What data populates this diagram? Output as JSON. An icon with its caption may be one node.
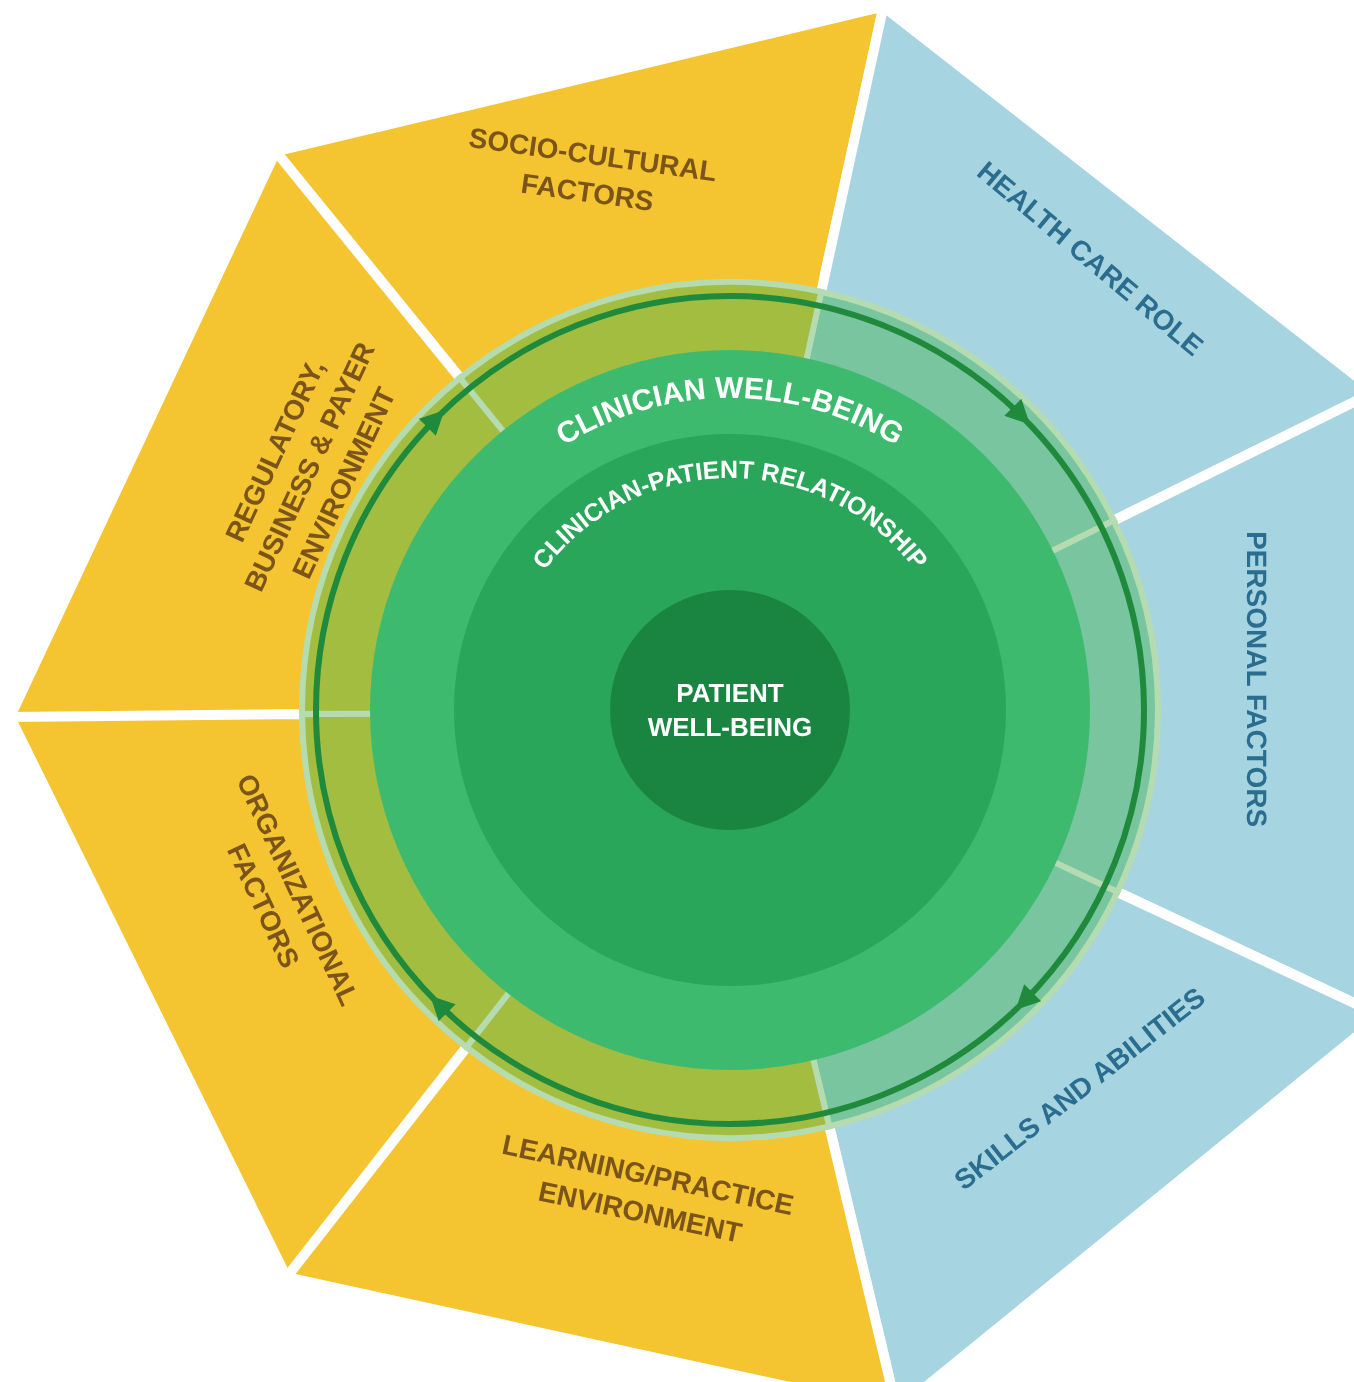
{
  "diagram": {
    "nodes": [
      {
        "text": [
          "SOCIO-CULTURAL FACTORS"
        ]
      },
      {
        "text": [
          "HEALTH CARE ROLE"
        ]
      },
      {
        "text": [
          "PERSONAL FACTORS"
        ]
      },
      {
        "text": [
          "SKILLS AND ABILITIES"
        ]
      },
      {
        "text": [
          "LEARNING/PRACTICE ENVIRONMENT"
        ]
      },
      {
        "text": [
          "ORGANIZATIONAL FACTORS"
        ]
      },
      {
        "text": [
          "REGULATORY, BUSINESS & PAYER ENVIRONMENT"
        ]
      },
      {
        "text": [
          "CLINICIAN WELL-BEING"
        ]
      },
      {
        "text": [
          "CLINICIAN-PATIENT RELATIONSHIP"
        ],
        "in": 7
      },
      {
        "text": [
          "PATIENT WELL-BEING"
        ],
        "in": 8
      }
    ],
    "edges": []
  }
}
